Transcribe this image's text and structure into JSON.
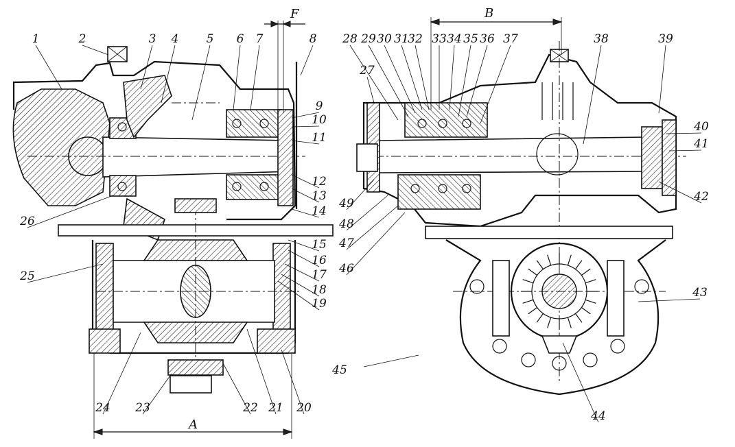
{
  "figure": {
    "left_view_labels": [
      "1",
      "2",
      "3",
      "4",
      "5",
      "6",
      "7",
      "8",
      "9",
      "10",
      "11",
      "12",
      "13",
      "14",
      "15",
      "16",
      "17",
      "18",
      "19",
      "20",
      "21",
      "22",
      "23",
      "24",
      "25",
      "26"
    ],
    "right_view_labels": [
      "27",
      "28",
      "29",
      "30",
      "31",
      "32",
      "33",
      "34",
      "35",
      "36",
      "37",
      "38",
      "39",
      "40",
      "41",
      "42",
      "43",
      "44",
      "45",
      "46",
      "47",
      "48",
      "49"
    ],
    "dimensions": {
      "A": "A",
      "B": "B",
      "F": "F"
    }
  }
}
